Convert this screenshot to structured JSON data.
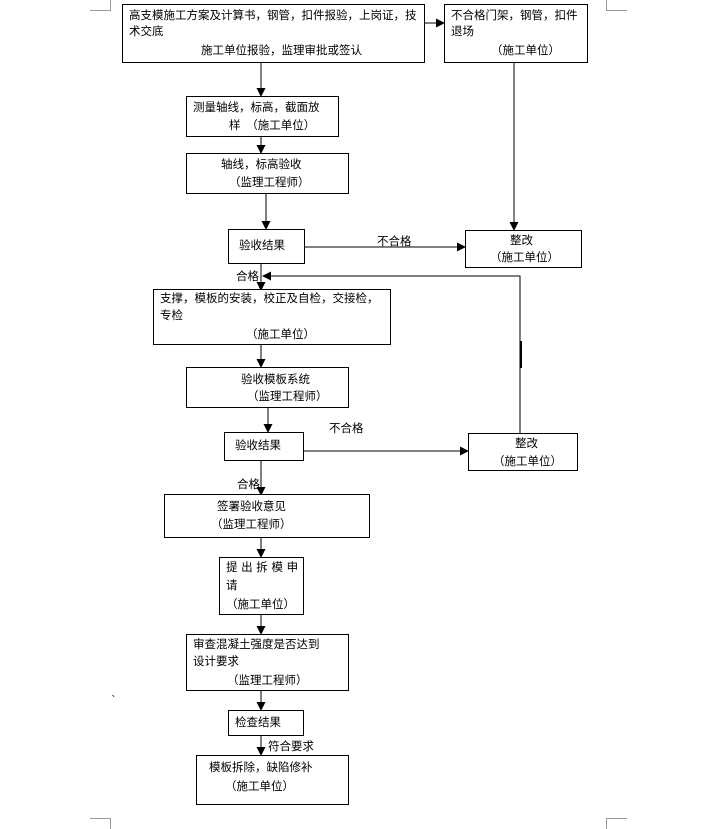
{
  "boxes": {
    "b1": {
      "l1": "高支模施工方案及计算书，钢管，扣件报验，上岗证，技",
      "l2": "术交底",
      "l3": "施工单位报验，监理审批或签认"
    },
    "b2": {
      "l1": "不合格门架，钢管，扣件",
      "l2": "退场",
      "l3": "（施工单位）"
    },
    "b3": {
      "l1": "测量轴线，标高，截面放",
      "l2": "样　（施工单位）"
    },
    "b4": {
      "l1": "轴线，标高验收",
      "l2": "（监理工程师）"
    },
    "b5": {
      "l1": "验收结果"
    },
    "b6": {
      "l1": "整改",
      "l2": "（施工单位）"
    },
    "b7": {
      "l1": "支撑，模板的安装，校正及自检，交接检，",
      "l2": "专检",
      "l3": "（施工单位）"
    },
    "b8": {
      "l1": "验收模板系统",
      "l2": "（监理工程师）"
    },
    "b9": {
      "l1": "验收结果"
    },
    "b10": {
      "l1": "整改",
      "l2": "（施工单位）"
    },
    "b11": {
      "l1": "签署验收意见",
      "l2": "（监理工程师）"
    },
    "b12": {
      "l1": "提 出 拆 模 申",
      "l2": "请",
      "l3": "（施工单位）"
    },
    "b13": {
      "l1": "审查混凝土强度是否达到",
      "l2": "设计要求",
      "l3": "（监理工程师）"
    },
    "b14": {
      "l1": "检查结果"
    },
    "b15": {
      "l1": "模板拆除，缺陷修补",
      "l2": "（施工单位）"
    }
  },
  "labels": {
    "fail1": "不合格",
    "pass1": "合格",
    "fail2": "不合格",
    "pass2": "合格",
    "meets": "符合要求"
  }
}
